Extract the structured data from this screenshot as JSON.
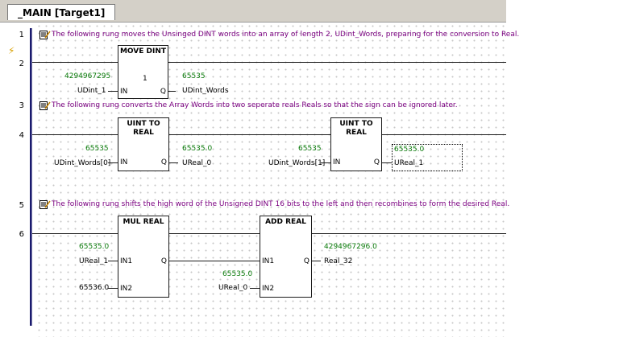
{
  "tab": {
    "label": "_MAIN [Target1]"
  },
  "rungs": [
    "1",
    "2",
    "3",
    "4",
    "5",
    "6"
  ],
  "comments": {
    "c1": "The following rung moves the Unsinged DINT words into an array of length 2, UDint_Words, preparing for the conversion to Real.",
    "c3": "The following rung converts the Array Words into two seperate reals Reals so that the sign can be ignored later.",
    "c5": "The following rung shifts the high word of the Unsigned DINT 16 bits to the left and then recombines to form the desired Real."
  },
  "rung2": {
    "block_title": "MOVE DINT",
    "length": "1",
    "in_pin": "IN",
    "q_pin": "Q",
    "in_value": "4294967295",
    "in_var": "UDint_1",
    "out_value": "65535",
    "out_var": "UDint_Words"
  },
  "rung4": {
    "block1_title": "UINT TO REAL",
    "block1_in_value": "65535",
    "block1_in_var": "UDint_Words[0]",
    "block1_out_value": "65535.0",
    "block1_out_var": "UReal_0",
    "block2_title": "UINT TO REAL",
    "block2_in_value": "65535",
    "block2_in_var": "UDint_Words[1]",
    "block2_out_value": "65535.0",
    "block2_out_var": "UReal_1",
    "in_pin": "IN",
    "q_pin": "Q"
  },
  "rung6": {
    "mul_title": "MUL REAL",
    "mul_in1_value": "65535.0",
    "mul_in1_var": "UReal_1",
    "mul_in2_value": "65536.0",
    "add_title": "ADD REAL",
    "add_in2_value": "65535.0",
    "add_in2_var": "UReal_0",
    "add_out_value": "4294967296.0",
    "add_out_var": "Real_32",
    "in1_pin": "IN1",
    "in2_pin": "IN2",
    "q_pin": "Q"
  },
  "colors": {
    "value": "#0a7a0a",
    "comment": "#7a0080",
    "rail": "#1a1a6e"
  },
  "icons": {
    "comment": "comment-icon",
    "edit": "lightning-icon"
  }
}
